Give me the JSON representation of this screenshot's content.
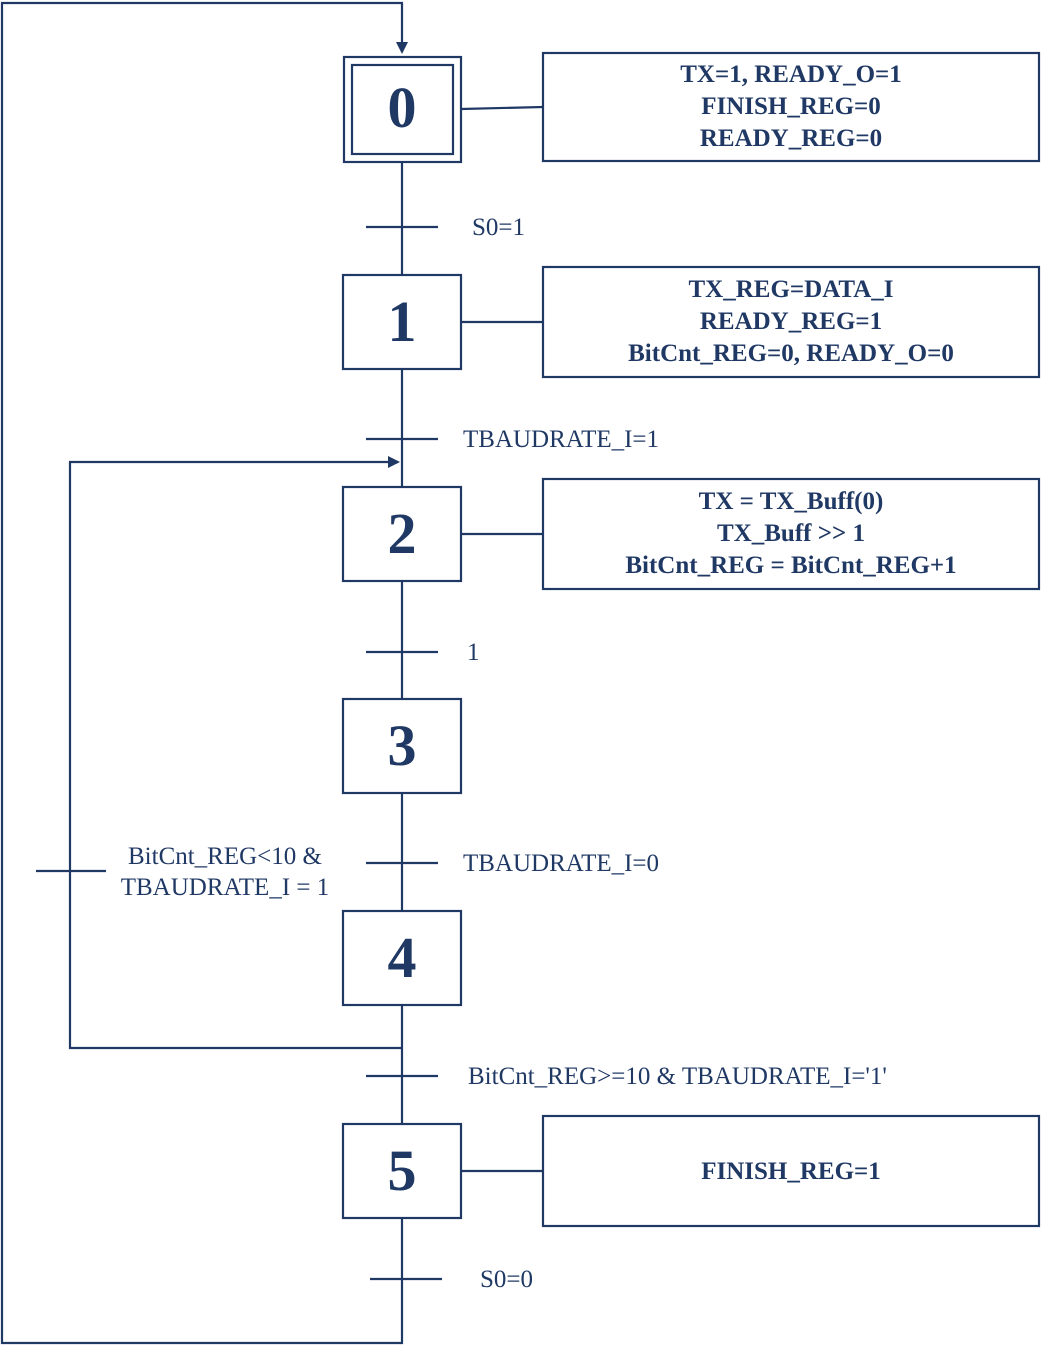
{
  "colors": {
    "stroke": "#1f3864",
    "text": "#1f3864",
    "background": "#ffffff"
  },
  "steps": [
    {
      "id": "0",
      "label": "0",
      "initial": true,
      "actions": [
        "TX=1, READY_O=1",
        "FINISH_REG=0",
        "READY_REG=0"
      ]
    },
    {
      "id": "1",
      "label": "1",
      "initial": false,
      "actions": [
        "TX_REG=DATA_I",
        "READY_REG=1",
        "BitCnt_REG=0, READY_O=0"
      ]
    },
    {
      "id": "2",
      "label": "2",
      "initial": false,
      "actions": [
        "TX = TX_Buff(0)",
        "TX_Buff >> 1",
        "BitCnt_REG = BitCnt_REG+1"
      ]
    },
    {
      "id": "3",
      "label": "3",
      "initial": false,
      "actions": []
    },
    {
      "id": "4",
      "label": "4",
      "initial": false,
      "actions": []
    },
    {
      "id": "5",
      "label": "5",
      "initial": false,
      "actions": [
        "FINISH_REG=1"
      ]
    }
  ],
  "transitions": [
    {
      "from": "0",
      "to": "1",
      "condition": "S0=1"
    },
    {
      "from": "1",
      "to": "2",
      "condition": "TBAUDRATE_I=1"
    },
    {
      "from": "2",
      "to": "3",
      "condition": "1"
    },
    {
      "from": "3",
      "to": "4",
      "condition": "TBAUDRATE_I=0"
    },
    {
      "from": "4",
      "to": "2",
      "condition_lines": [
        "BitCnt_REG<10 &",
        "TBAUDRATE_I = 1"
      ]
    },
    {
      "from": "4",
      "to": "5",
      "condition": "BitCnt_REG>=10 & TBAUDRATE_I='1'"
    },
    {
      "from": "5",
      "to": "0",
      "condition": "S0=0"
    }
  ]
}
